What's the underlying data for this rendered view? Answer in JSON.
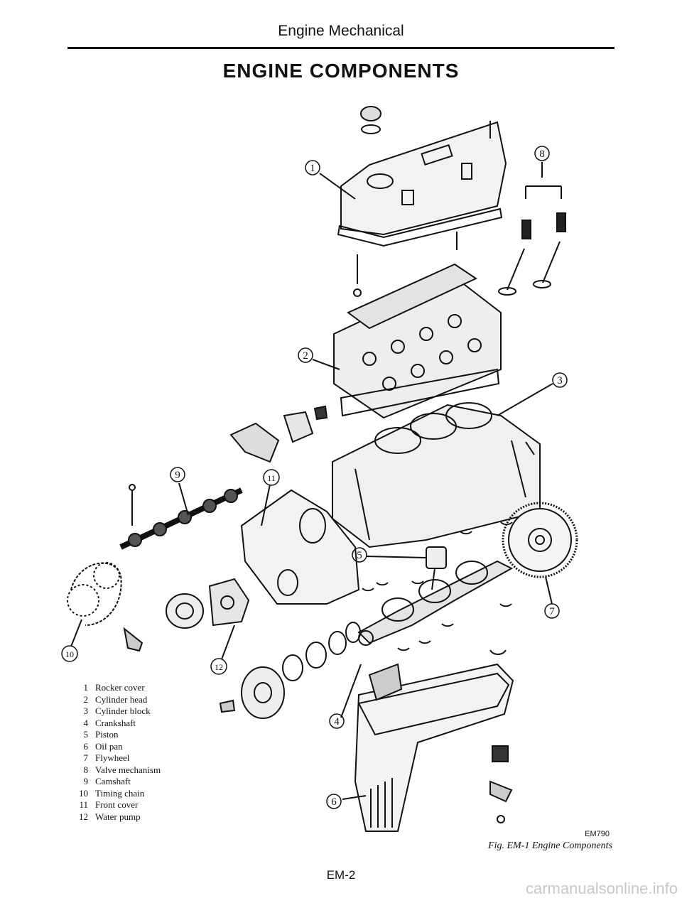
{
  "header": {
    "section": "Engine Mechanical",
    "title": "ENGINE COMPONENTS"
  },
  "callouts": [
    "1",
    "2",
    "3",
    "4",
    "5",
    "6",
    "7",
    "8",
    "9",
    "10",
    "11",
    "12"
  ],
  "legend": [
    {
      "num": "1",
      "label": "Rocker cover"
    },
    {
      "num": "2",
      "label": "Cylinder head"
    },
    {
      "num": "3",
      "label": "Cylinder block"
    },
    {
      "num": "4",
      "label": "Crankshaft"
    },
    {
      "num": "5",
      "label": "Piston"
    },
    {
      "num": "6",
      "label": "Oil pan"
    },
    {
      "num": "7",
      "label": "Flywheel"
    },
    {
      "num": "8",
      "label": "Valve mechanism"
    },
    {
      "num": "9",
      "label": "Camshaft"
    },
    {
      "num": "10",
      "label": "Timing chain"
    },
    {
      "num": "11",
      "label": "Front cover"
    },
    {
      "num": "12",
      "label": "Water pump"
    }
  ],
  "figure": {
    "code": "EM790",
    "caption": "Fig. EM-1 Engine Components"
  },
  "footer": {
    "page": "EM-2",
    "watermark": "carmanualsonline.info"
  }
}
